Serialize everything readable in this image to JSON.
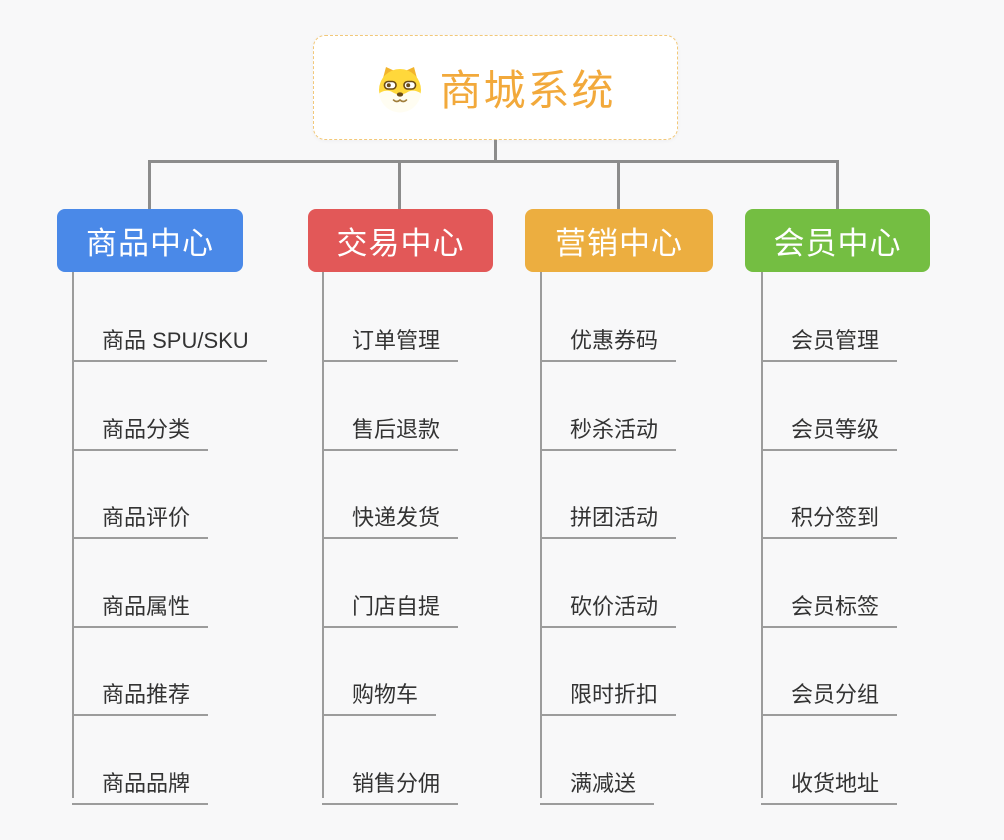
{
  "app": {
    "background": "#F8F8F9"
  },
  "connectors": {
    "tree_line_color": "#8C8C8C",
    "child_line_color": "#9C9C9C"
  },
  "root": {
    "title": "商城系统",
    "icon": "dog-face-icon",
    "text_color": "#F2A93B",
    "border_color": "#F2C879",
    "background": "#FFFFFF"
  },
  "branches": [
    {
      "label": "商品中心",
      "color": "#4A89E8",
      "items": [
        "商品 SPU/SKU",
        "商品分类",
        "商品评价",
        "商品属性",
        "商品推荐",
        "商品品牌"
      ]
    },
    {
      "label": "交易中心",
      "color": "#E25858",
      "items": [
        "订单管理",
        "售后退款",
        "快递发货",
        "门店自提",
        "购物车",
        "销售分佣"
      ]
    },
    {
      "label": "营销中心",
      "color": "#ECAE40",
      "items": [
        "优惠券码",
        "秒杀活动",
        "拼团活动",
        "砍价活动",
        "限时折扣",
        "满减送"
      ]
    },
    {
      "label": "会员中心",
      "color": "#74BE42",
      "items": [
        "会员管理",
        "会员等级",
        "积分签到",
        "会员标签",
        "会员分组",
        "收货地址"
      ]
    }
  ]
}
